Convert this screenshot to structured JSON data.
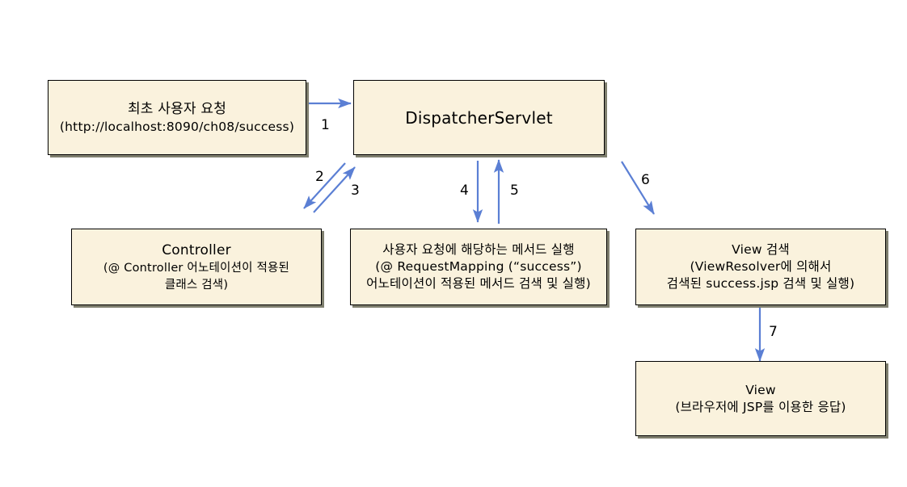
{
  "diagram": {
    "title": "Spring MVC DispatcherServlet request flow",
    "accent_color": "#5b7fd4",
    "node_fill": "#faf2dd",
    "node_border": "#000000",
    "shadow_color": "#7f7f6e",
    "nodes": [
      {
        "id": "user-request",
        "lines": [
          "최초 사용자 요청",
          "(http://localhost:8090/ch08/success)"
        ]
      },
      {
        "id": "dispatcher-servlet",
        "lines": [
          "DispatcherServlet"
        ]
      },
      {
        "id": "controller",
        "lines": [
          "Controller",
          "(@ Controller 어노테이션이 적용된",
          "클래스 검색)"
        ]
      },
      {
        "id": "handler-method",
        "lines": [
          "사용자 요청에 해당하는 메서드 실행",
          "(@ RequestMapping (“success”)",
          "어노테이션이 적용된 메서드 검색 및 실행)"
        ]
      },
      {
        "id": "view-resolve",
        "lines": [
          "View 검색",
          "(ViewResolver에 의해서",
          "검색된 success.jsp 검색 및 실행)"
        ]
      },
      {
        "id": "view-render",
        "lines": [
          "View",
          "(브라우저에 JSP를 이용한 응답)"
        ]
      }
    ],
    "edges": [
      {
        "id": "edge-1",
        "label": "1",
        "from": "user-request",
        "to": "dispatcher-servlet"
      },
      {
        "id": "edge-2",
        "label": "2",
        "from": "dispatcher-servlet",
        "to": "controller"
      },
      {
        "id": "edge-3",
        "label": "3",
        "from": "controller",
        "to": "dispatcher-servlet"
      },
      {
        "id": "edge-4",
        "label": "4",
        "from": "dispatcher-servlet",
        "to": "handler-method"
      },
      {
        "id": "edge-5",
        "label": "5",
        "from": "handler-method",
        "to": "dispatcher-servlet"
      },
      {
        "id": "edge-6",
        "label": "6",
        "from": "dispatcher-servlet",
        "to": "view-resolve"
      },
      {
        "id": "edge-7",
        "label": "7",
        "from": "view-resolve",
        "to": "view-render"
      }
    ]
  }
}
